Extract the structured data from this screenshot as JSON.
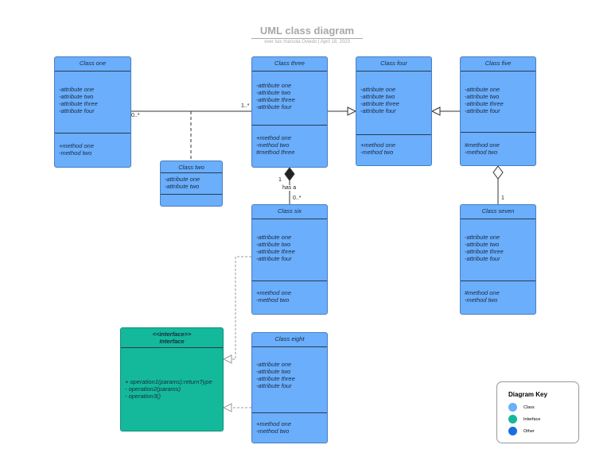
{
  "header": {
    "title": "UML class diagram",
    "subtitle": "over luis marsola Oviedo  |  April 18, 2023"
  },
  "classes": {
    "one": {
      "name": "Class one",
      "attributes": [
        "-attribute one",
        "-attribute two",
        "-attribute  three",
        "-attribute four"
      ],
      "methods": [
        "+method one",
        "-method two"
      ]
    },
    "two": {
      "name": "Class two",
      "attributes": [
        "-attribute one",
        "-attribute two"
      ]
    },
    "three": {
      "name": "Class three",
      "attributes": [
        "-attribute one",
        "-attribute two",
        "-attribute  three",
        "-attribute four"
      ],
      "methods": [
        "+method one",
        "-method two",
        "#method three"
      ]
    },
    "four": {
      "name": "Class four",
      "attributes": [
        "-attribute one",
        "-attribute two",
        "-attribute  three",
        "-attribute four"
      ],
      "methods": [
        "+method one",
        "-method two"
      ]
    },
    "five": {
      "name": "Class five",
      "attributes": [
        "-attribute one",
        "-attribute two",
        "-attribute three",
        "-attribute four"
      ],
      "methods": [
        "#method one",
        "-method two"
      ]
    },
    "six": {
      "name": "Class six",
      "attributes": [
        "-attribute one",
        "-attribute two",
        "-attribute  three",
        "-attribute four"
      ],
      "methods": [
        "+method one",
        "-method two"
      ]
    },
    "seven": {
      "name": "Class seven",
      "attributes": [
        "-attribute one",
        "-attribute two",
        "-attribute three",
        "-attribute four"
      ],
      "methods": [
        "#method one",
        "-method two"
      ]
    },
    "eight": {
      "name": "Class eight",
      "attributes": [
        "-attribute one",
        "-attribute two",
        "-attribute  three",
        "-attribute four"
      ],
      "methods": [
        "+method one",
        "-method two"
      ]
    }
  },
  "interface": {
    "stereotype": "<<interface>>",
    "name": "Interface",
    "operations": [
      "+ operation1(params):returnType",
      "- operation2(params)",
      "- operation3()"
    ]
  },
  "labels": {
    "one_mult": "0..*",
    "three_mult": "1..*",
    "comp_one": "1",
    "comp_label": "has a",
    "comp_many": "0..*",
    "agg_one": "1"
  },
  "key": {
    "title": "Diagram Key",
    "items": [
      {
        "label": "Class",
        "color": "#6aaefc"
      },
      {
        "label": "Interface",
        "color": "#14b99b"
      },
      {
        "label": "Other",
        "color": "#1a6ee0"
      }
    ]
  }
}
